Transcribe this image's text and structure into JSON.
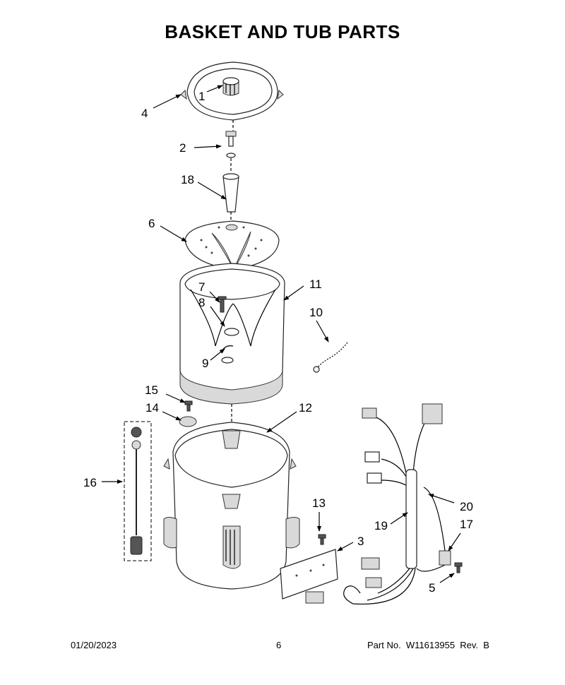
{
  "title": "BASKET AND TUB PARTS",
  "callouts": [
    {
      "id": "1",
      "label": "1"
    },
    {
      "id": "2",
      "label": "2"
    },
    {
      "id": "3",
      "label": "3"
    },
    {
      "id": "4",
      "label": "4"
    },
    {
      "id": "5",
      "label": "5"
    },
    {
      "id": "6",
      "label": "6"
    },
    {
      "id": "7",
      "label": "7"
    },
    {
      "id": "8",
      "label": "8"
    },
    {
      "id": "9",
      "label": "9"
    },
    {
      "id": "10",
      "label": "10"
    },
    {
      "id": "11",
      "label": "11"
    },
    {
      "id": "12",
      "label": "12"
    },
    {
      "id": "13",
      "label": "13"
    },
    {
      "id": "14",
      "label": "14"
    },
    {
      "id": "15",
      "label": "15"
    },
    {
      "id": "16",
      "label": "16"
    },
    {
      "id": "17",
      "label": "17"
    },
    {
      "id": "18",
      "label": "18"
    },
    {
      "id": "19",
      "label": "19"
    },
    {
      "id": "20",
      "label": "20"
    }
  ],
  "footer": {
    "date": "01/20/2023",
    "page": "6",
    "part": "Part No.  W11613955  Rev.  B"
  }
}
